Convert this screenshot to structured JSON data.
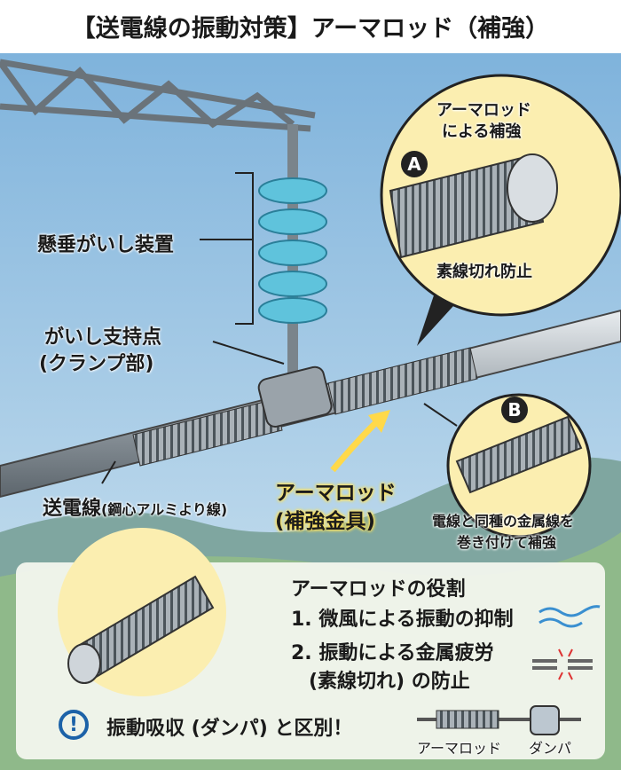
{
  "title": "【送電線の振動対策】アーマロッド（補強）",
  "labels": {
    "insulator": "懸垂がいし装置",
    "support_point": "がいし支持点",
    "clamp": "(クランプ部)",
    "conductor": "送電線",
    "conductor_type": "(鋼心アルミより線)",
    "armor_rod": "アーマロッド",
    "armor_rod_sub": "(補強金具)"
  },
  "detail_a": {
    "badge": "A",
    "caption_1": "アーマロッド",
    "caption_2": "による補強",
    "caption_bottom": "素線切れ防止"
  },
  "detail_b": {
    "badge": "B",
    "caption_1": "電線と同種の金属線を",
    "caption_2": "巻き付けて補強"
  },
  "panel": {
    "heading": "アーマロッドの役割",
    "items": [
      "1. 微風による振動の抑制",
      "2. 振動による金属疲労",
      "(素線切れ) の防止"
    ],
    "warning_icon": "exclamation-circle-icon",
    "warning": "振動吸収 (ダンパ) と区別！",
    "compare": [
      "アーマロッド",
      "ダンパ"
    ]
  },
  "colors": {
    "sky": "#a9cbe6",
    "accent_yellow": "#ffd94a",
    "panel_blue": "#1c62a8",
    "insulator": "#5fc3dc"
  }
}
